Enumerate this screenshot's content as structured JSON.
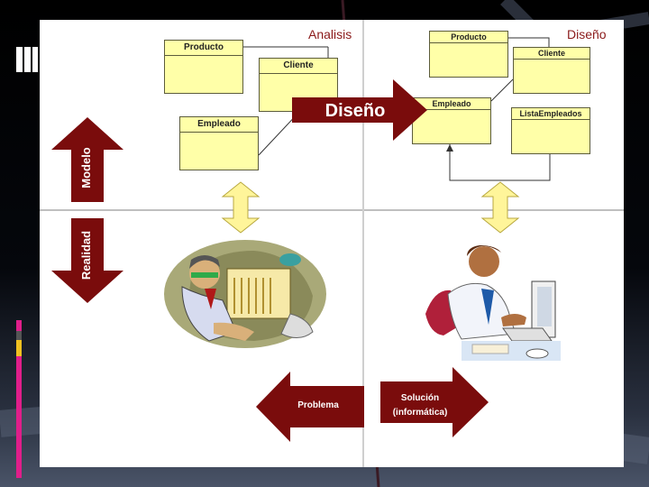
{
  "diagram": {
    "quadrant_labels": {
      "analysis": "Analisis",
      "design": "Diseño"
    },
    "central_arrow_label": "Diseño",
    "left_arrows": {
      "up": "Modelo",
      "down": "Realidad"
    },
    "bottom_arrows": {
      "left": "Problema",
      "right_line1": "Solución",
      "right_line2": "(informática)"
    },
    "analysis_classes": [
      "Producto",
      "Cliente",
      "Empleado"
    ],
    "design_classes": [
      "Producto",
      "Cliente",
      "Empleado",
      "ListaEmpleados"
    ]
  },
  "colors": {
    "arrow_fill": "#7a0c0c",
    "uml_fill": "#ffffa8",
    "double_arrow_fill": "#fff59a",
    "accent_pink": "#e01e8a",
    "accent_yellow": "#f0c020"
  },
  "icons": [
    "worker-clipart-icon",
    "computer-user-clipart-icon"
  ]
}
